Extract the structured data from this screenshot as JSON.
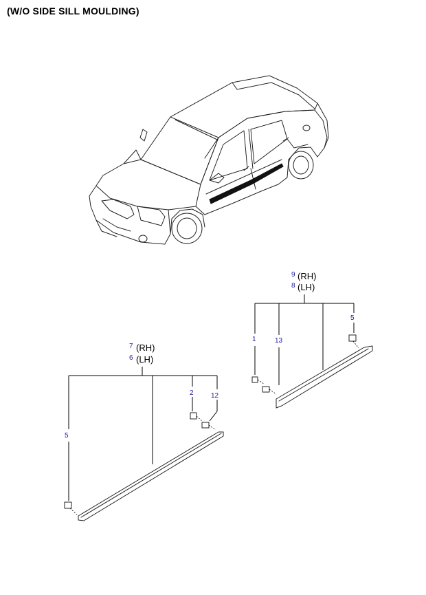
{
  "title": "(W/O SIDE SILL MOULDING)",
  "callouts": {
    "c9": "9",
    "c8": "8",
    "rh_a": "(RH)",
    "lh_a": "(LH)",
    "c1": "1",
    "c13": "13",
    "c5a": "5",
    "c7": "7",
    "c6": "6",
    "rh_b": "(RH)",
    "lh_b": "(LH)",
    "c2": "2",
    "c12": "12",
    "c5b": "5"
  },
  "colors": {
    "callout": "#1a1aa0",
    "line": "#000000"
  }
}
